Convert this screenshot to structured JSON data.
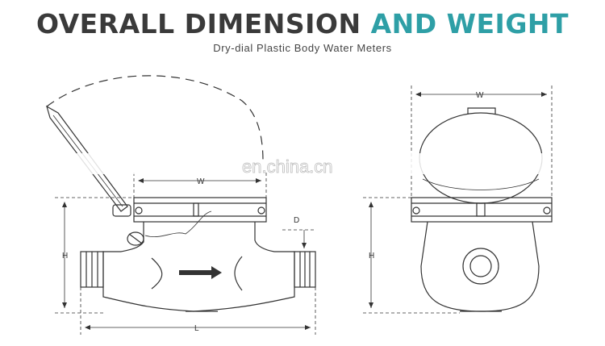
{
  "header": {
    "title_dark": "OVERALL DIMENSION",
    "title_accent": "AND WEIGHT",
    "subtitle": "Dry-dial Plastic Body Water Meters"
  },
  "labels": {
    "w_left": "W",
    "w_right": "W",
    "h_left": "H",
    "h_right": "H",
    "l": "L",
    "d": "D"
  },
  "watermark": "en.china.cn",
  "colors": {
    "title_dark": "#3a3a3a",
    "title_accent": "#2e9fa6",
    "line": "#333333"
  }
}
